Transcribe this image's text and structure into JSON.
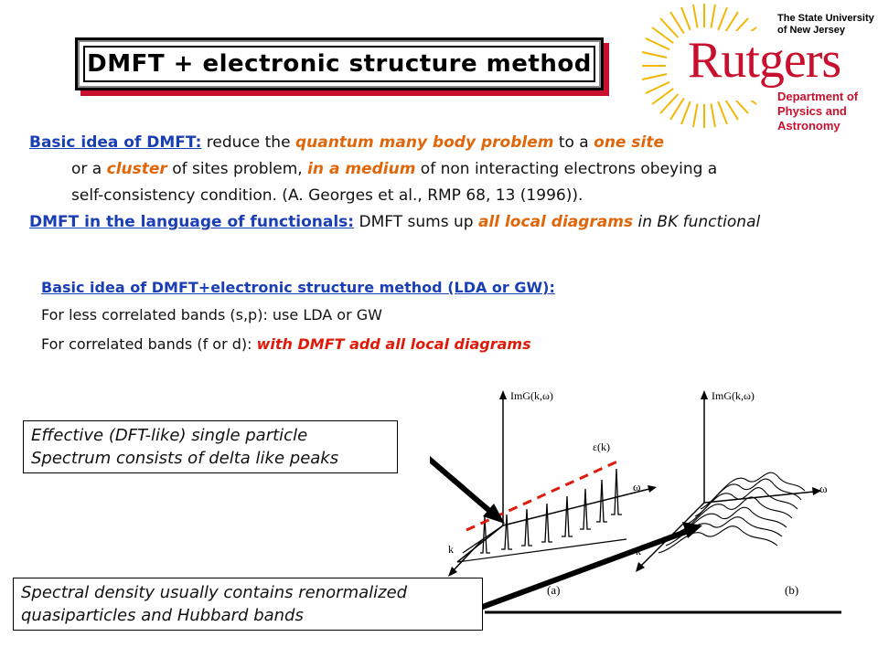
{
  "title": "DMFT + electronic structure method",
  "logo": {
    "university_line1": "The State University",
    "university_line2": "of New Jersey",
    "wordmark": "Rutgers",
    "dept_line1": "Department of",
    "dept_line2": "Physics and Astronomy",
    "colors": {
      "brand_red": "#c8102e",
      "sun_yellow": "#f2b705"
    }
  },
  "block1": {
    "heading": "Basic idea of DMFT:",
    "p1": " reduce the ",
    "e1": "quantum many body problem",
    "p2": " to a ",
    "e2": "one site",
    "p3": "or a ",
    "e3": "cluster",
    "p4": " of sites problem, ",
    "e4": "in a medium",
    "p5": " of non interacting electrons obeying a",
    "line3": "self-consistency condition. (A. Georges et al., RMP 68, 13 (1996)).",
    "heading2": "DMFT in the language of functionals:",
    "p6": " DMFT sums up ",
    "e5": "all local diagrams",
    "p7": " in BK functional"
  },
  "block2": {
    "heading": "Basic idea of DMFT+electronic structure method (LDA or GW):",
    "line1": "For less correlated bands (s,p): use LDA or GW",
    "line2_prefix": "For correlated bands (f or d): ",
    "line2_emph": "with DMFT add all local diagrams"
  },
  "note_top": {
    "line1": "Effective (DFT-like) single particle",
    "line2": "Spectrum consists of delta like peaks"
  },
  "note_bottom": {
    "line1": "Spectral density usually contains renormalized",
    "line2": "quasiparticles and Hubbard bands"
  },
  "diagram": {
    "left_ylabel": "ImG(k,ω)",
    "right_ylabel": "ImG(k,ω)",
    "eps_label": "ε(k)",
    "omega_left": "ω",
    "omega_right": "ω",
    "k_left": "k",
    "k_right": "k",
    "caption_a": "(a)",
    "caption_b": "(b)"
  }
}
